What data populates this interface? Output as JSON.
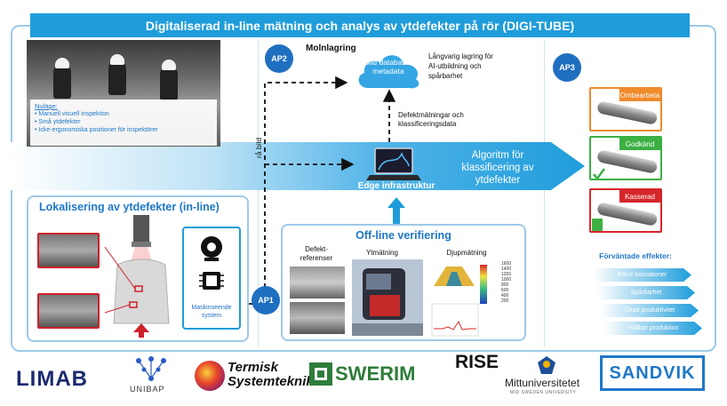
{
  "header": {
    "title": "Digitaliserad in-line mätning och analys av ytdefekter på rör (DIGI-TUBE)"
  },
  "nulage": {
    "title": "Nuläge:",
    "items": [
      "Manuell visuell inspektion",
      "Små ytdefekter",
      "Icke-ergonomiska positioner för inspektörer"
    ]
  },
  "ap": {
    "ap1": "AP1",
    "ap2": "AP2",
    "ap3": "AP3"
  },
  "cloud": {
    "section_title": "Molnlagring",
    "label": "Bild databas + metadata",
    "storage_text": "Långvarig lagring för AI-utbildning och spårbarhet",
    "upload_text": "Defektmätningar och klassificeringsdata"
  },
  "flow": {
    "raw_image": "rå bild",
    "edge_label": "Edge infrastruktur",
    "algorithm_text": "Algoritm för klassificering av ytdefekter"
  },
  "localisation": {
    "title": "Lokalisering av ytdefekter (in-line)",
    "machine_text": "Maskinseende system"
  },
  "offline": {
    "title": "Off-line verifiering",
    "labels": [
      "Defekt-referenser",
      "Ytmätning",
      "Djupmätning"
    ],
    "colorbar_ticks": [
      "1600",
      "1400",
      "1200",
      "1000",
      "800",
      "600",
      "400",
      "200"
    ]
  },
  "outcomes": [
    {
      "label": "Ombearbeta",
      "color": "#f08a2c"
    },
    {
      "label": "Godkänd",
      "color": "#3cb043"
    },
    {
      "label": "Kasserad",
      "color": "#d7262b"
    }
  ],
  "effects": {
    "title": "Förväntade effekter:",
    "items": [
      "Färre kassationer",
      "Spårbarhet",
      "Ökad produktivitet",
      "Hållbar produktion"
    ]
  },
  "logos": {
    "limab": "LIMAB",
    "unibap": "UNIBAP",
    "termisk": "Termisk Systemteknik",
    "swerim": "SWERIM",
    "rise": "RISE",
    "miun": "Mittuniversitetet",
    "miun_sub": "MID SWEDEN UNIVERSITY",
    "sandvik": "SANDVIK"
  },
  "colors": {
    "accent": "#1f9ddb",
    "dark_blue": "#1f6fc0",
    "arrow_light": "#bfe3f6"
  }
}
